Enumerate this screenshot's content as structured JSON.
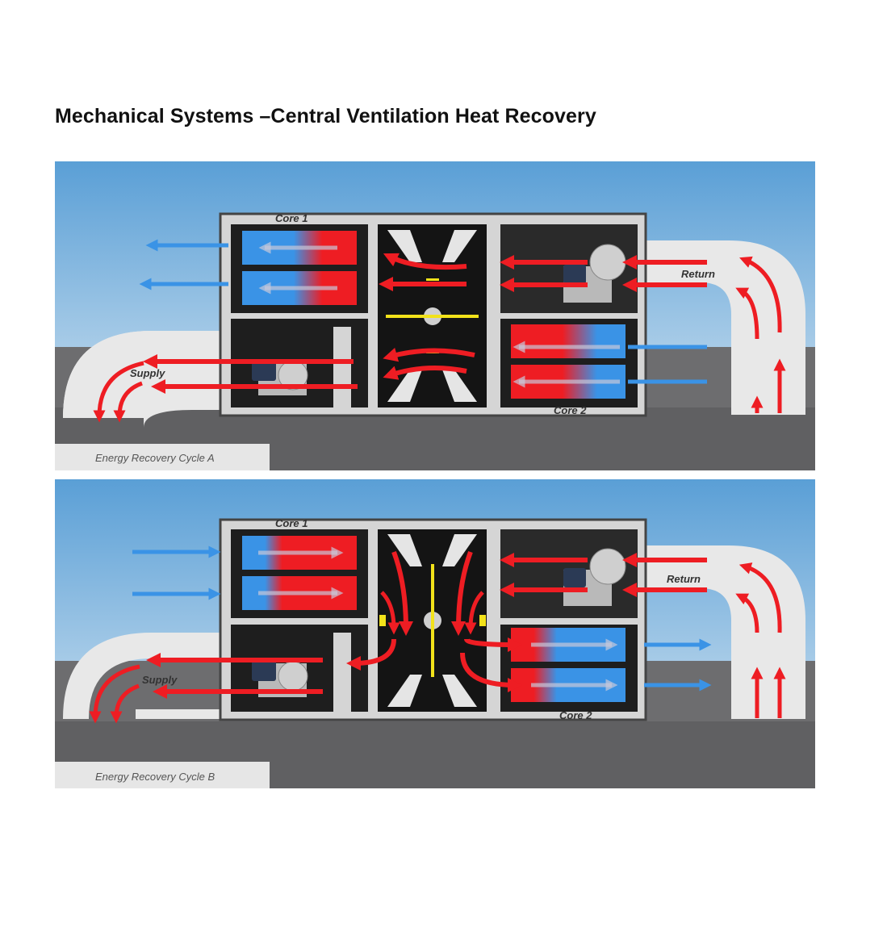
{
  "title": "Mechanical Systems –Central Ventilation Heat Recovery",
  "colors": {
    "sky_top": "#5a9fd6",
    "sky_bottom": "#dbe9f3",
    "ground": "#6d6d6f",
    "duct": "#e8e8e8",
    "warm_air": "#ee1d23",
    "cool_air": "#3a93e6",
    "damper": "#f2e21a"
  },
  "diagrams": [
    {
      "cycle": "A",
      "caption": "Energy Recovery Cycle A",
      "labels": {
        "core1": "Core 1",
        "core2": "Core 2",
        "supply": "Supply",
        "return": "Return"
      }
    },
    {
      "cycle": "B",
      "caption": "Energy Recovery Cycle B",
      "labels": {
        "core1": "Core 1",
        "core2": "Core 2",
        "supply": "Supply",
        "return": "Return"
      }
    }
  ]
}
